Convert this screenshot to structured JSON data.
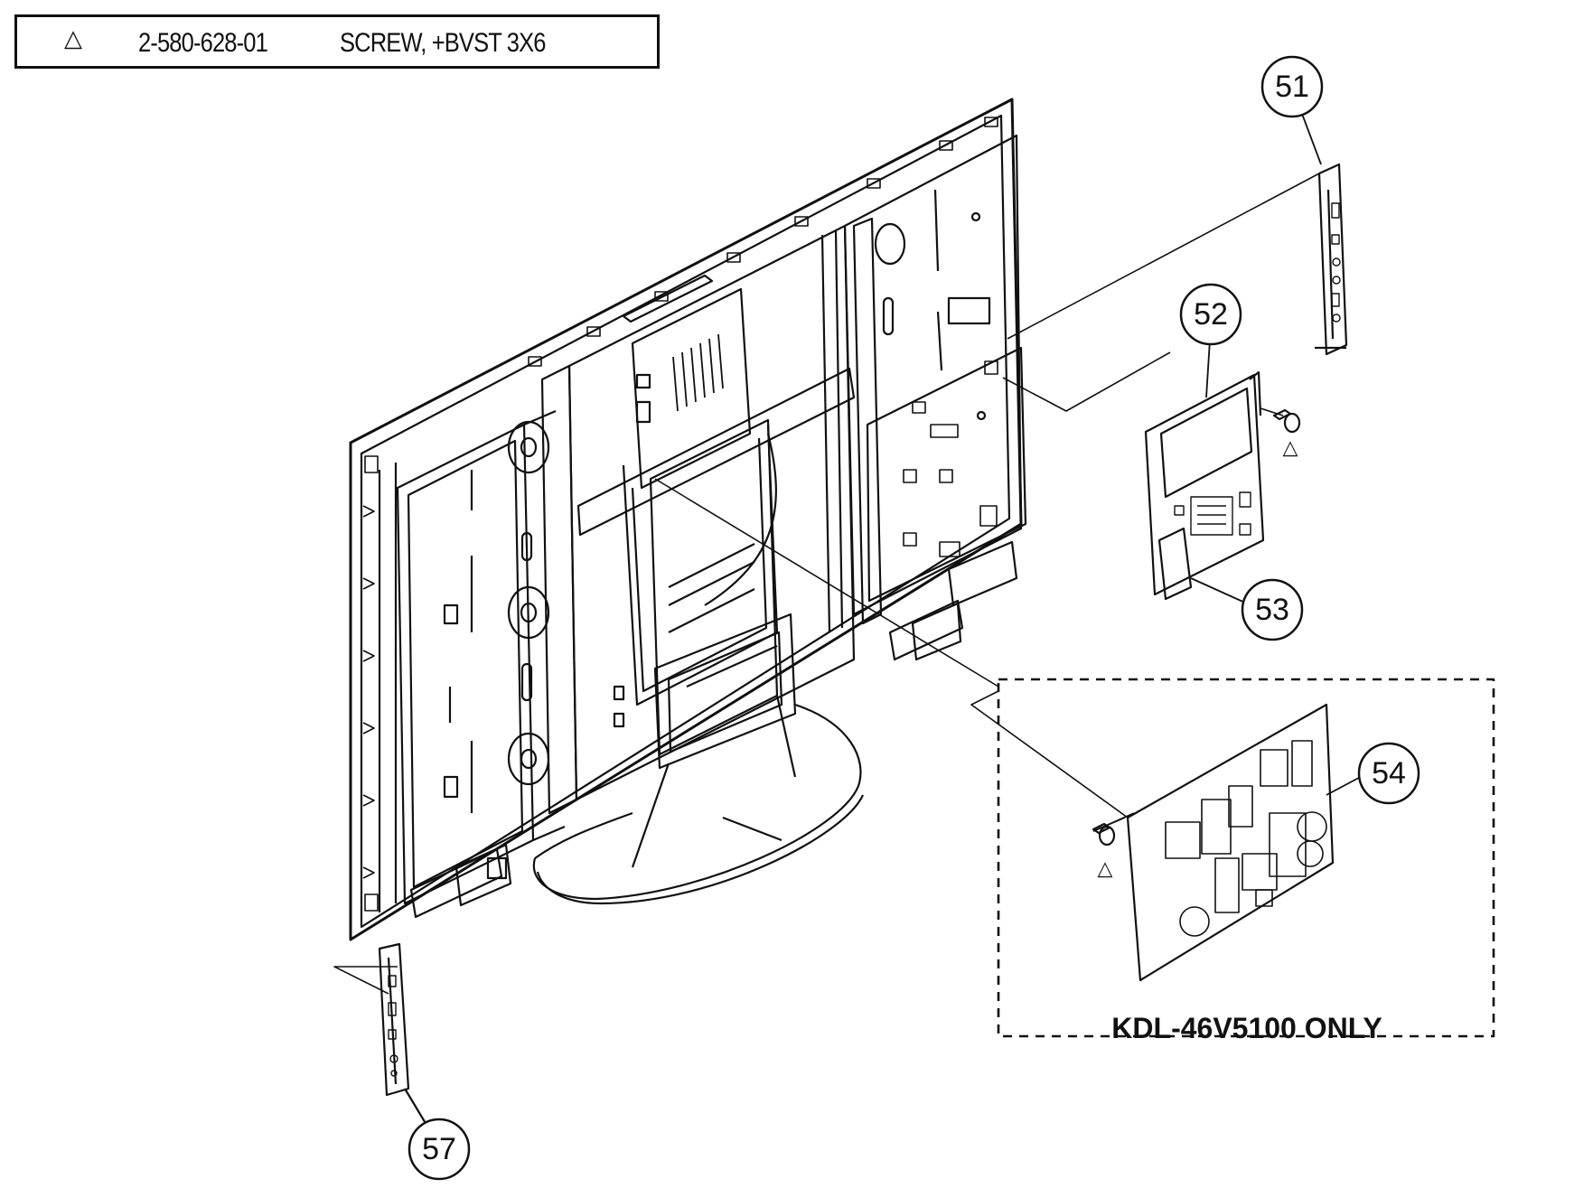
{
  "legend": {
    "symbol": "△",
    "part_number": "2-580-628-01",
    "description": "SCREW, +BVST 3X6"
  },
  "callouts": {
    "c51": "51",
    "c52": "52",
    "c53": "53",
    "c54": "54",
    "c57": "57"
  },
  "screw_marks": {
    "m1": "△",
    "m2": "△"
  },
  "variant_box": {
    "label": "KDL-46V5100 ONLY"
  }
}
